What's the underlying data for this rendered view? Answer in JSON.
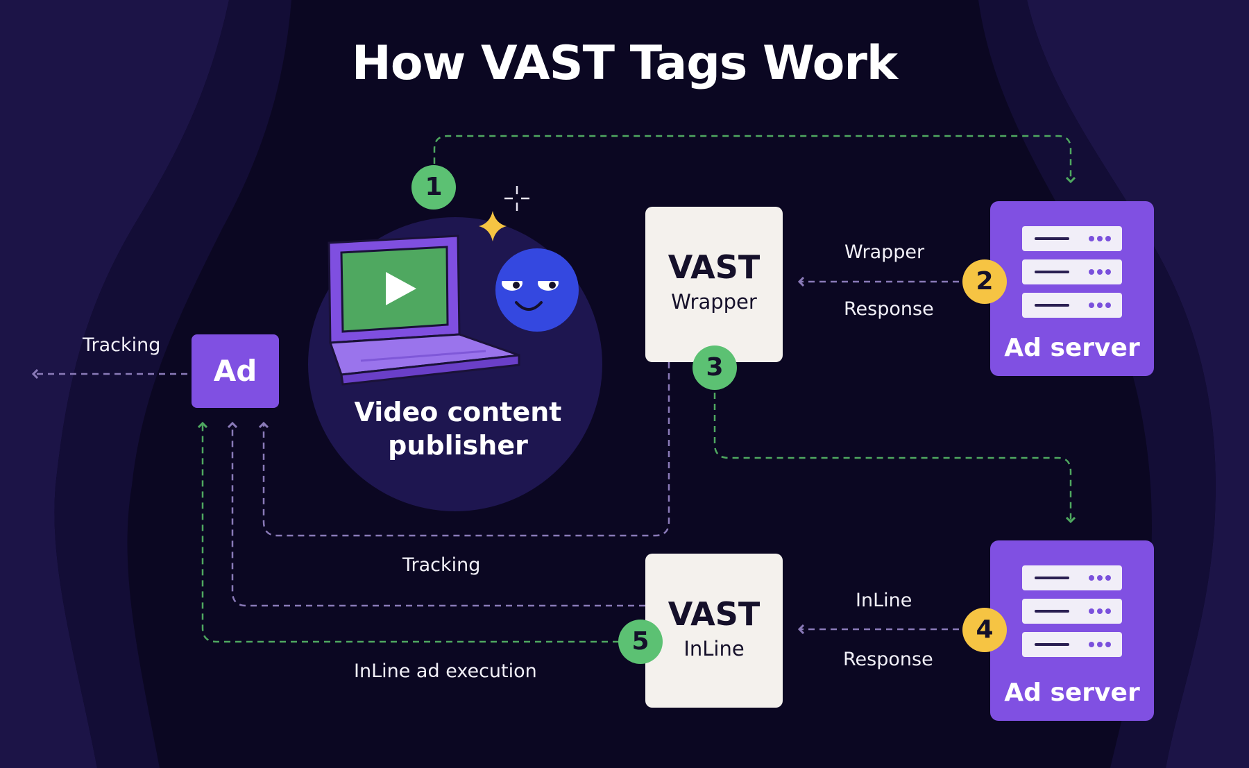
{
  "title": "How VAST Tags Work",
  "publisher": {
    "line1": "Video content",
    "line2": "publisher"
  },
  "ad": {
    "label": "Ad"
  },
  "vast_wrapper": {
    "title": "VAST",
    "subtitle": "Wrapper"
  },
  "vast_inline": {
    "title": "VAST",
    "subtitle": "InLine"
  },
  "ad_server_top": {
    "label": "Ad server"
  },
  "ad_server_bottom": {
    "label": "Ad server"
  },
  "labels": {
    "tracking_left": "Tracking",
    "tracking_middle": "Tracking",
    "wrapper": "Wrapper",
    "response_top": "Response",
    "inline": "InLine",
    "response_bottom": "Response",
    "inline_execution": "InLine ad execution"
  },
  "steps": [
    "1",
    "2",
    "3",
    "4",
    "5"
  ],
  "colors": {
    "background": "#0b0722",
    "accent_purple": "#8050e2",
    "step_green": "#5cc173",
    "step_yellow": "#f6c443",
    "flow_green": "#4fa860",
    "flow_purple": "#8a7ab8"
  },
  "icons": [
    "laptop-icon",
    "play-icon",
    "mascot-face-icon",
    "sparkle-icon",
    "crosshair-icon",
    "server-rack-icon"
  ]
}
